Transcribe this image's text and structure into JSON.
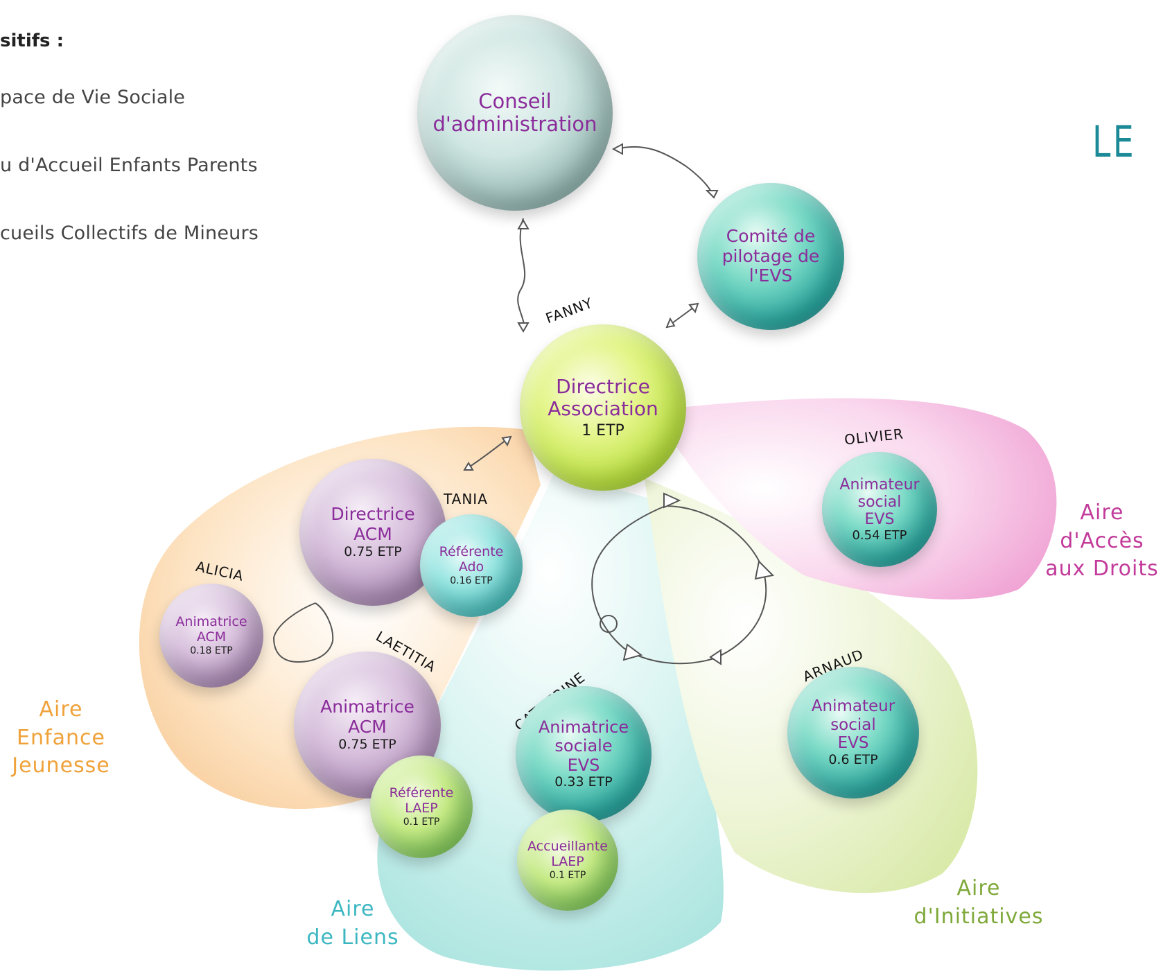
{
  "legend": {
    "title": "sitifs :",
    "items": [
      "pace de Vie Sociale",
      "u d'Accueil Enfants Parents",
      "cueils Collectifs de Mineurs"
    ]
  },
  "heading": "LE",
  "nodes": {
    "conseil": {
      "role": [
        "Conseil",
        "d'administration"
      ]
    },
    "comite": {
      "role": [
        "Comité de",
        "pilotage de",
        "l'EVS"
      ]
    },
    "directrice_asso": {
      "person": "FANNY",
      "role": [
        "Directrice",
        "Association"
      ],
      "etp": "1 ETP"
    },
    "directrice_acm": {
      "role": [
        "Directrice",
        "ACM"
      ],
      "etp": "0.75 ETP"
    },
    "referente_ado": {
      "person": "TANIA",
      "role": [
        "Référente",
        "Ado"
      ],
      "etp": "0.16 ETP"
    },
    "animatrice_acm_alicia": {
      "person": "ALICIA",
      "role": [
        "Animatrice",
        "ACM"
      ],
      "etp": "0.18 ETP"
    },
    "animatrice_acm_laetitia": {
      "person": "LAETITIA",
      "role": [
        "Animatrice",
        "ACM"
      ],
      "etp": "0.75 ETP"
    },
    "referente_laep": {
      "role": [
        "Référente",
        "LAEP"
      ],
      "etp": "0.1 ETP"
    },
    "animatrice_sociale": {
      "person": "CATHERINE",
      "role": [
        "Animatrice",
        "sociale",
        "EVS"
      ],
      "etp": "0.33 ETP"
    },
    "accueillante_laep": {
      "role": [
        "Accueillante",
        "LAEP"
      ],
      "etp": "0.1 ETP"
    },
    "animateur_olivier": {
      "person": "OLIVIER",
      "role": [
        "Animateur",
        "social",
        "EVS"
      ],
      "etp": "0.54 ETP"
    },
    "animateur_arnaud": {
      "person": "ARNAUD",
      "role": [
        "Animateur",
        "social",
        "EVS"
      ],
      "etp": "0.6 ETP"
    }
  },
  "areas": {
    "enfance": {
      "label": [
        "Aire",
        "Enfance",
        "Jeunesse"
      ],
      "color": "#f0a23a"
    },
    "liens": {
      "label": [
        "Aire",
        "de Liens"
      ],
      "color": "#3cb7c2"
    },
    "initiatives": {
      "label": [
        "Aire",
        "d'Initiatives"
      ],
      "color": "#7fa93a"
    },
    "droits": {
      "label": [
        "Aire",
        "d'Accès",
        "aux Droits"
      ],
      "color": "#c23a9a"
    }
  },
  "colors": {
    "role_text": "#8a2c9a",
    "heading": "#1b8a96",
    "area_enfance_fill": "#fbd9b0",
    "area_liens_fill": "#c9eeea",
    "area_initiatives_fill": "#e3efc2",
    "area_droits_fill": "#f6c3e2"
  }
}
